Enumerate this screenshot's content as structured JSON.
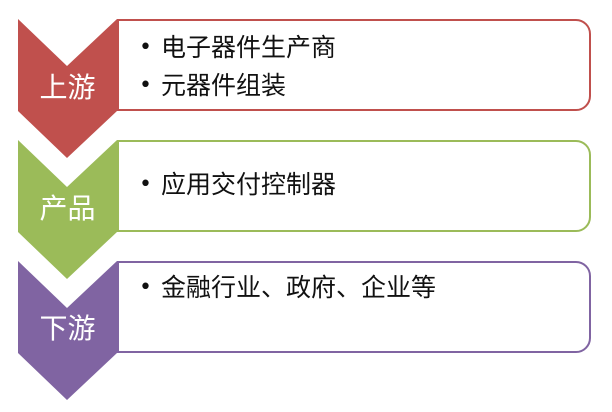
{
  "diagram": {
    "type": "vertical-chevron-list",
    "stages": [
      {
        "label": "上游",
        "color": "#c0504d",
        "items": [
          "电子器件生产商",
          "元器件组装"
        ]
      },
      {
        "label": "产品",
        "color": "#9bbb59",
        "items": [
          "应用交付控制器"
        ]
      },
      {
        "label": "下游",
        "color": "#8064a2",
        "items": [
          "金融行业、政府、企业等"
        ]
      }
    ],
    "bullet_glyph": "•"
  }
}
